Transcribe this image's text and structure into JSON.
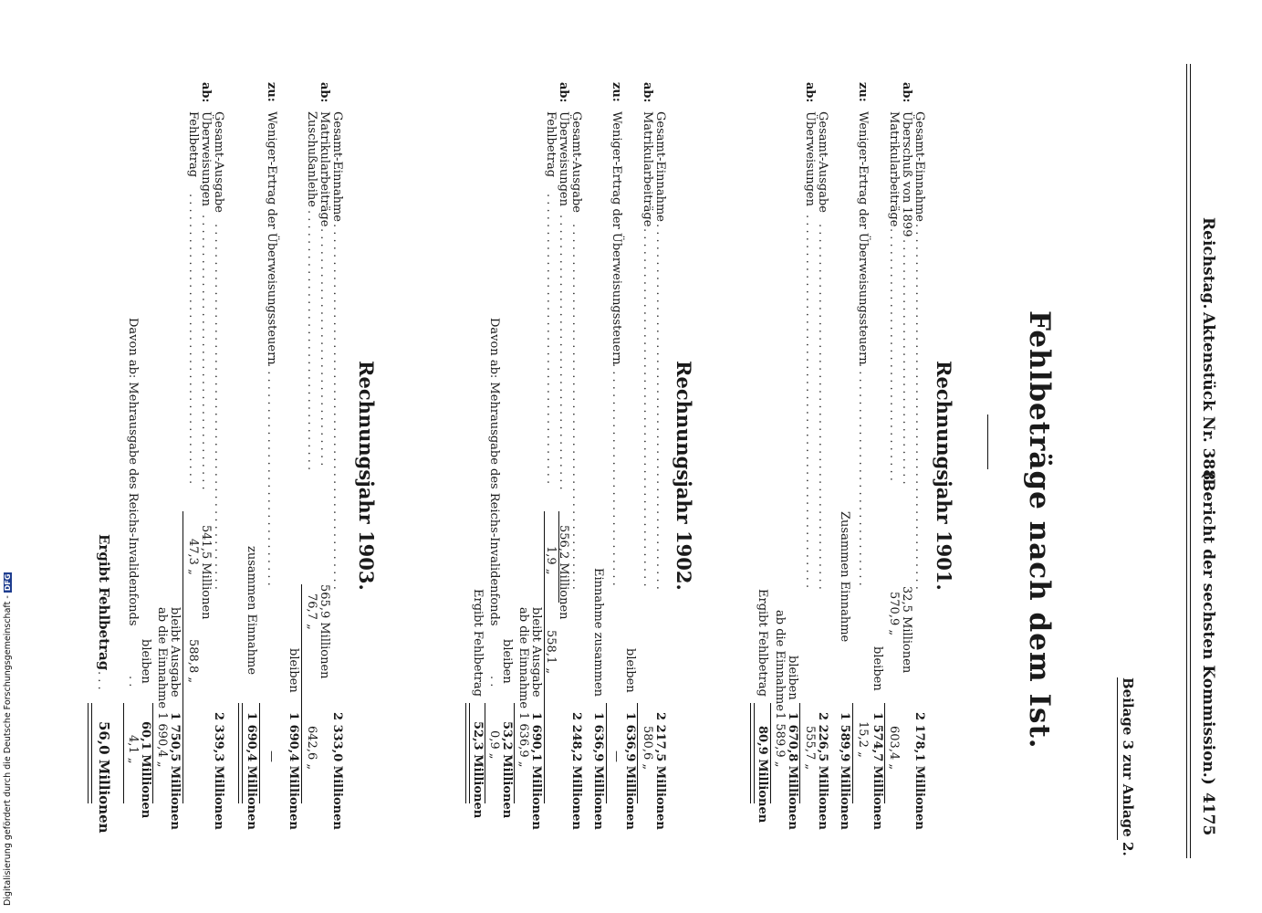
{
  "header": {
    "left": "Reichstag.",
    "middle": "Aktenstück Nr. 388.",
    "paren": "(Bericht der sechsten Kommission.)",
    "page_number": "4175",
    "supplement": "Beilage 3 zur Anlage 2."
  },
  "title": "Fehlbeträge nach dem Ist.",
  "sidebar_credit": "Digitalisierung gefördert durch die Deutsche Forschungsgemeinschaft -",
  "sidebar_logo": "DFG",
  "y1901": {
    "heading": "Rechnungsjahr 1901.",
    "rows": {
      "gesamt_einnahme": "Gesamt-Einnahme",
      "ab": "ab:",
      "ueberschuss": "Überschuß von 1899",
      "ueberschuss_val": "32,5 Millionen",
      "matrikular": "Matrikularbeiträge",
      "matrikular_val": "570,9 „",
      "einnahme_total": "2 178,1 Millionen",
      "abzug_total": "603,4 „",
      "bleiben": "bleiben",
      "bleiben_val": "1 574,7 Millionen",
      "zu": "zu:",
      "weniger": "Weniger-Ertrag der Überweisungssteuern",
      "weniger_val": "15,2 „",
      "zusammen": "Zusammen Einnahme",
      "zusammen_val": "1 589,9 Millionen",
      "gesamt_ausgabe": "Gesamt-Ausgabe",
      "ausgabe_val": "2 226,5 Millionen",
      "ab2": "ab:",
      "ueberweisungen": "Überweisungen",
      "ueberweisungen_val": "555,7 „",
      "bleiben2": "bleiben",
      "bleiben2_val": "1 670,8 Millionen",
      "ab_einnahme": "ab die Einnahme",
      "ab_einnahme_val": "1 589,9 „",
      "ergibt": "Ergibt Fehlbetrag",
      "ergibt_val": "80,9 Millionen"
    }
  },
  "y1902": {
    "heading": "Rechnungsjahr 1902.",
    "rows": {
      "gesamt_einnahme": "Gesamt-Einnahme",
      "einnahme_val": "2 217,5 Millionen",
      "ab": "ab:",
      "matrikular": "Matrikularbeiträge",
      "matrikular_val": "580,6 „",
      "bleiben": "bleiben",
      "bleiben_val": "1 636,9 Millionen",
      "zu": "zu:",
      "weniger": "Weniger-Ertrag der Überweisungssteuern",
      "weniger_val": "—",
      "einnahme_zusammen": "Einnahme zusammen",
      "einnahme_zusammen_val": "1 636,9 Millionen",
      "gesamt_ausgabe": "Gesamt-Ausgabe",
      "ausgabe_val": "2 248,2 Millionen",
      "ab2": "ab:",
      "ueberweisungen": "Überweisungen",
      "ueberweisungen_val": "556,2 Millionen",
      "fehlbetrag": "Fehlbetrag",
      "fehlbetrag_val": "1,9 „",
      "abzug_total": "558,1 „",
      "bleibt_ausgabe": "bleibt Ausgabe",
      "bleibt_ausgabe_val": "1 690,1 Millionen",
      "ab_einnahme": "ab die Einnahme",
      "ab_einnahme_val": "1 636,9 „",
      "bleiben2": "bleiben",
      "bleiben2_val": "53,2 Millionen",
      "davon": "Davon ab: Mehrausgabe des Reichs-Invalidenfonds",
      "davon_val": "0,9 „",
      "ergibt": "Ergibt Fehlbetrag",
      "ergibt_val": "52,3 Millionen"
    }
  },
  "y1903": {
    "heading": "Rechnungsjahr 1903.",
    "rows": {
      "gesamt_einnahme": "Gesamt-Einnahme",
      "einnahme_val": "2 333,0 Millionen",
      "ab": "ab:",
      "matrikular": "Matrikularbeiträge",
      "matrikular_val": "565,9 Millionen",
      "zuschuss": "Zuschußanleihe",
      "zuschuss_val": "76,7 „",
      "abzug_total": "642,6 „",
      "bleiben": "bleiben",
      "bleiben_val": "1 690,4 Millionen",
      "zu": "zu:",
      "weniger": "Weniger-Ertrag der Überweisungssteuern",
      "weniger_val": "—",
      "zusammen": "zusammen Einnahme",
      "zusammen_val": "1 690,4 Millionen",
      "gesamt_ausgabe": "Gesamt-Ausgabe",
      "ausgabe_val": "2 339,3 Millionen",
      "ab2": "ab:",
      "ueberweisungen": "Überweisungen",
      "ueberweisungen_val": "541,5 Millionen",
      "fehlbetrag": "Fehlbetrag",
      "fehlbetrag_val": "47,3 „",
      "abzug_total2": "588,8 „",
      "bleibt_ausgabe": "bleibt Ausgabe",
      "bleibt_ausgabe_val": "1 750,5 Millionen",
      "ab_einnahme": "ab die Einnahme",
      "ab_einnahme_val": "1 690,4 „",
      "bleiben2": "bleiben",
      "bleiben2_val": "60,1 Millionen",
      "davon": "Davon ab: Mehrausgabe des Reichs-Invalidenfonds",
      "davon_val": "4,1 „",
      "ergibt": "Ergibt Fehlbetrag",
      "ergibt_val": "56,0 Millionen"
    }
  }
}
